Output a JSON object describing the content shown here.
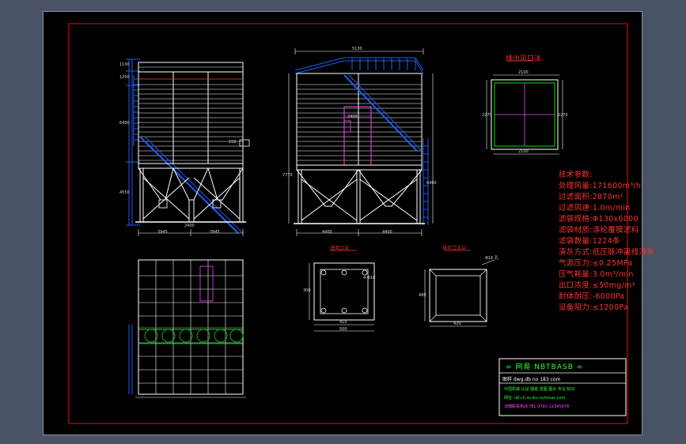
{
  "titles": {
    "outlet_flange": "排出风口法",
    "inlet_flange": "进风口法",
    "ash_flange": "排灰口法兰"
  },
  "specs": [
    {
      "label": "技术参数:",
      "value": ""
    },
    {
      "label": "处理风量:",
      "value": "171600m³/h"
    },
    {
      "label": "过滤面积:",
      "value": "2870m²"
    },
    {
      "label": "过滤风速:",
      "value": "1.0m/min"
    },
    {
      "label": "滤袋规格:",
      "value": "Φ130x6000"
    },
    {
      "label": "滤袋材质:",
      "value": "涤纶覆膜滤料"
    },
    {
      "label": "滤袋数量:",
      "value": "1224条"
    },
    {
      "label": "清灰方式:",
      "value": "低压脉冲离线清灰"
    },
    {
      "label": "气源压力:",
      "value": "≤0.25MPa"
    },
    {
      "label": "压气耗量:",
      "value": "3.0m³/min"
    },
    {
      "label": "出口浓度:",
      "value": "≤50mg/m³"
    },
    {
      "label": "耐体耐压:",
      "value": "-6000Pa"
    },
    {
      "label": "设备阻力:",
      "value": "≤1200Pa"
    }
  ],
  "title_block": {
    "company": "= 网易  NBTBASB =",
    "drawing_row": "图样  dwg.db      no 183 com",
    "row1": "中国机械 认证 图纸  发图  图片  专业   标识",
    "row2": "网址: idl.ch.sn.ikv.nutrmaz.com",
    "row3": "详细联系热线 TEL 0792-12345678"
  },
  "dimensions": {
    "front_width_left": "3945",
    "front_width_mid": "2400",
    "front_width_right": "3945",
    "side_top": "5130",
    "side_bottom_left": "4400",
    "side_bottom_right": "4400",
    "side_height": "7770",
    "side_height_right": "6400",
    "front_h1": "1100",
    "front_h2": "1200",
    "front_h3": "6400",
    "front_h4": "4550",
    "front_h5": "150",
    "outlet_w_top": "2100",
    "outlet_w_bottom": "2100",
    "outlet_h_left": "2270",
    "outlet_h_right": "2270",
    "inlet_w": "410",
    "inlet_w2": "500",
    "inlet_h": "300",
    "inlet_holes": "4-Φ18",
    "ash_w": "420",
    "ash_h": "480",
    "ash_holes": "Φ16 孔",
    "misc_1": "2400"
  }
}
